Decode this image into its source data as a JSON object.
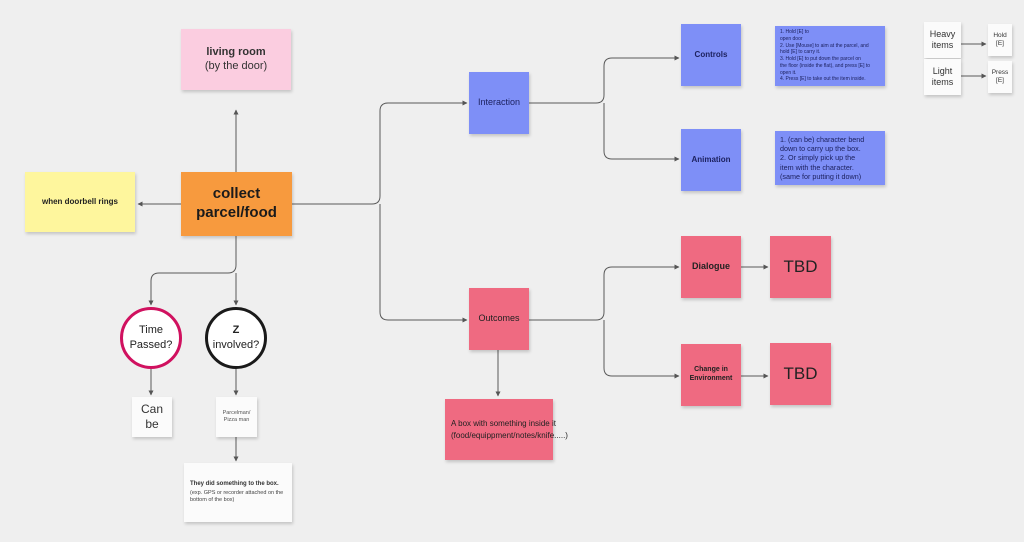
{
  "nodes": {
    "living_room": {
      "title": "living room",
      "subtitle": "(by the door)"
    },
    "collect": {
      "label": "collect parcel/food"
    },
    "doorbell": {
      "label": "when doorbell rings"
    },
    "interaction": {
      "label": "Interaction"
    },
    "outcomes": {
      "label": "Outcomes"
    },
    "controls": {
      "label": "Controls"
    },
    "animation": {
      "label": "Animation"
    },
    "dialogue": {
      "label": "Dialogue"
    },
    "change_env": {
      "label": "Change in Environment"
    },
    "tbd_1": {
      "label": "TBD"
    },
    "tbd_2": {
      "label": "TBD"
    },
    "controls_notes": {
      "lines": [
        "1. Hold [E] to",
        "open door",
        "2. Use [Mouse] to aim at the parcel, and",
        "hold [E] to carry it.",
        "3. Hold [E] to put down the parcel on",
        "the floor (inside the flat), and press [E] to",
        "open it.",
        "4. Press [E] to take out the item inside."
      ]
    },
    "animation_notes": {
      "lines": [
        "1. (can be) character bend",
        "down to carry up the box.",
        "2. Or simply pick up the",
        "item with the character.",
        "(same for putting it down)"
      ]
    },
    "box_note": {
      "label": "A box with something inside it (food/equippment/notes/knife.....)"
    },
    "time_passed": {
      "label": "Time Passed?"
    },
    "z_involved": {
      "title": "Z",
      "subtitle": "involved?"
    },
    "can_be": {
      "label": "Can be"
    },
    "parcelman": {
      "label": "Parcelman/ Pizza man"
    },
    "did_something": {
      "title": "They did something to the box.",
      "body": "(exp. GPS or recorder attached on the bottom of the box)"
    },
    "heavy_items": {
      "label": "Heavy items"
    },
    "hold_e": {
      "label": "Hold [E]"
    },
    "light_items": {
      "label": "Light items"
    },
    "press_e": {
      "label": "Press [E]"
    }
  },
  "colors": {
    "blue": "#7e8ff7",
    "red": "#ef6a81",
    "orange": "#f79a3e",
    "yellow": "#fef69d",
    "pink": "#fbcde0",
    "time_ring": "#d0115f",
    "z_ring": "#1a1a1a"
  }
}
